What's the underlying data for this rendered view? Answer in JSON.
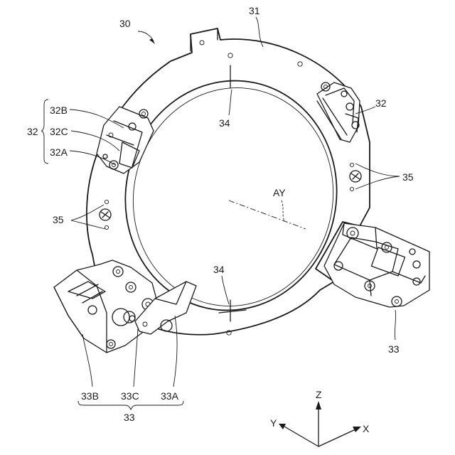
{
  "labels": {
    "assembly": "30",
    "plate": "31",
    "unit_right_top": "32",
    "unit_left": "32",
    "unit_left_b": "32B",
    "unit_left_c": "32C",
    "unit_left_a": "32A",
    "mark_top": "34",
    "mark_bottom": "34",
    "hole_left": "35",
    "hole_right": "35",
    "axis_ay": "AY",
    "unit_right_bottom": "33",
    "unit_bottom_b": "33B",
    "unit_bottom_c": "33C",
    "unit_bottom_a": "33A",
    "unit_bottom": "33"
  },
  "axes": {
    "z": "Z",
    "y": "Y",
    "x": "X"
  }
}
